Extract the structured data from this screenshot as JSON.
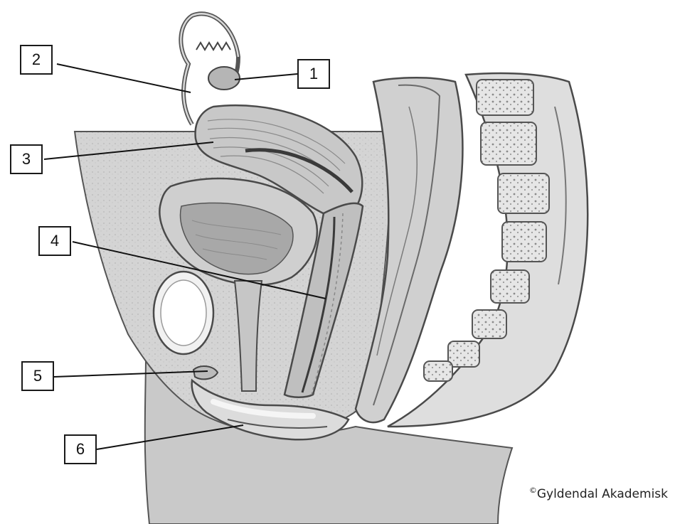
{
  "labels": [
    "1",
    "2",
    "3",
    "4",
    "5",
    "6"
  ],
  "copyright": {
    "symbol": "©",
    "text": "Gyldendal Akademisk"
  },
  "colors": {
    "tissue_light": "#d6d6d6",
    "tissue_mid": "#bdbdbd",
    "tissue_dark": "#8c8c8c",
    "outline": "#4a4a4a",
    "leader_line": "#111111"
  }
}
